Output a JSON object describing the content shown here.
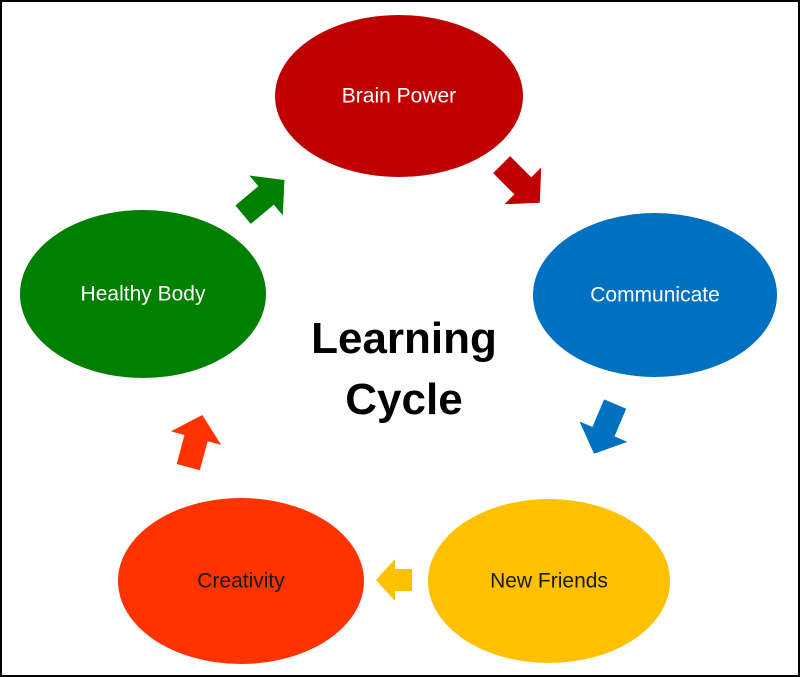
{
  "title": {
    "line1": "Learning",
    "line2": "Cycle"
  },
  "nodes": [
    {
      "id": "brain-power",
      "label": "Brain Power",
      "color": "#C00000",
      "text_color": "#ffffff"
    },
    {
      "id": "communicate",
      "label": "Communicate",
      "color": "#0070C0",
      "text_color": "#ffffff"
    },
    {
      "id": "new-friends",
      "label": "New Friends",
      "color": "#FFC000",
      "text_color": "#1a1a1a"
    },
    {
      "id": "creativity",
      "label": "Creativity",
      "color": "#FF3300",
      "text_color": "#1a1a1a"
    },
    {
      "id": "healthy-body",
      "label": "Healthy Body",
      "color": "#008000",
      "text_color": "#ffffff"
    }
  ],
  "arrows": [
    {
      "from": "brain-power",
      "to": "communicate",
      "color": "#C00000"
    },
    {
      "from": "communicate",
      "to": "new-friends",
      "color": "#0070C0"
    },
    {
      "from": "new-friends",
      "to": "creativity",
      "color": "#FFC000"
    },
    {
      "from": "creativity",
      "to": "healthy-body",
      "color": "#FF3300"
    },
    {
      "from": "healthy-body",
      "to": "brain-power",
      "color": "#008000"
    }
  ]
}
